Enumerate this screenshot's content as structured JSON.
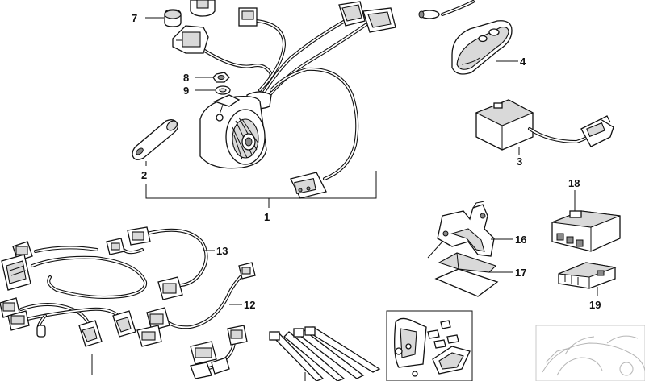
{
  "callouts": {
    "c1": "1",
    "c2": "2",
    "c3": "3",
    "c4": "4",
    "c7": "7",
    "c8": "8",
    "c9": "9",
    "c12": "12",
    "c13": "13",
    "c16": "16",
    "c17": "17",
    "c18": "18",
    "c19": "19"
  }
}
